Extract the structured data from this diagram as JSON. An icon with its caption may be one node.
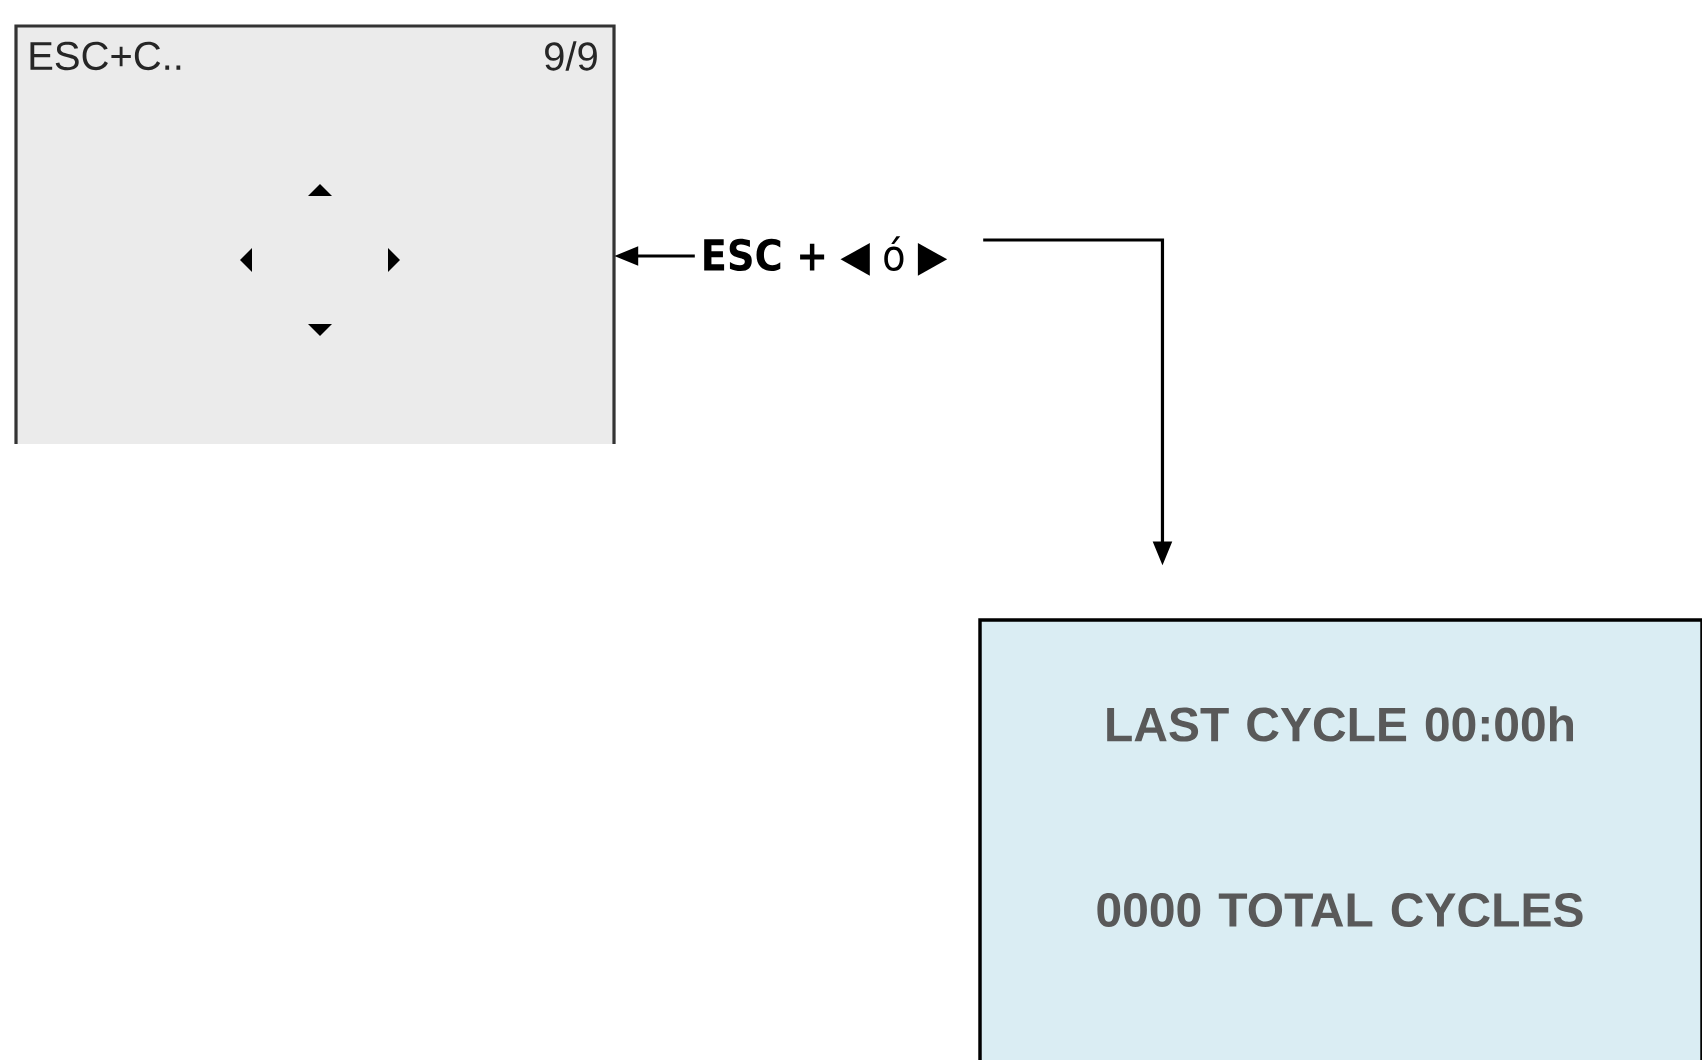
{
  "diagram": {
    "nodes": [
      {
        "text": [
          "ESC+C..",
          "9/9"
        ]
      },
      {
        "text": [
          "**ESC +** ◀ ó ▶"
        ]
      },
      {
        "text": [
          "LAST CYCLE 00:00h",
          "0000 TOTAL CYCLES"
        ]
      }
    ],
    "edges": [
      {
        "from": 1,
        "to": 0,
        "arrow": "to"
      },
      {
        "from": 1,
        "to": 2,
        "arrow": "to"
      }
    ]
  }
}
